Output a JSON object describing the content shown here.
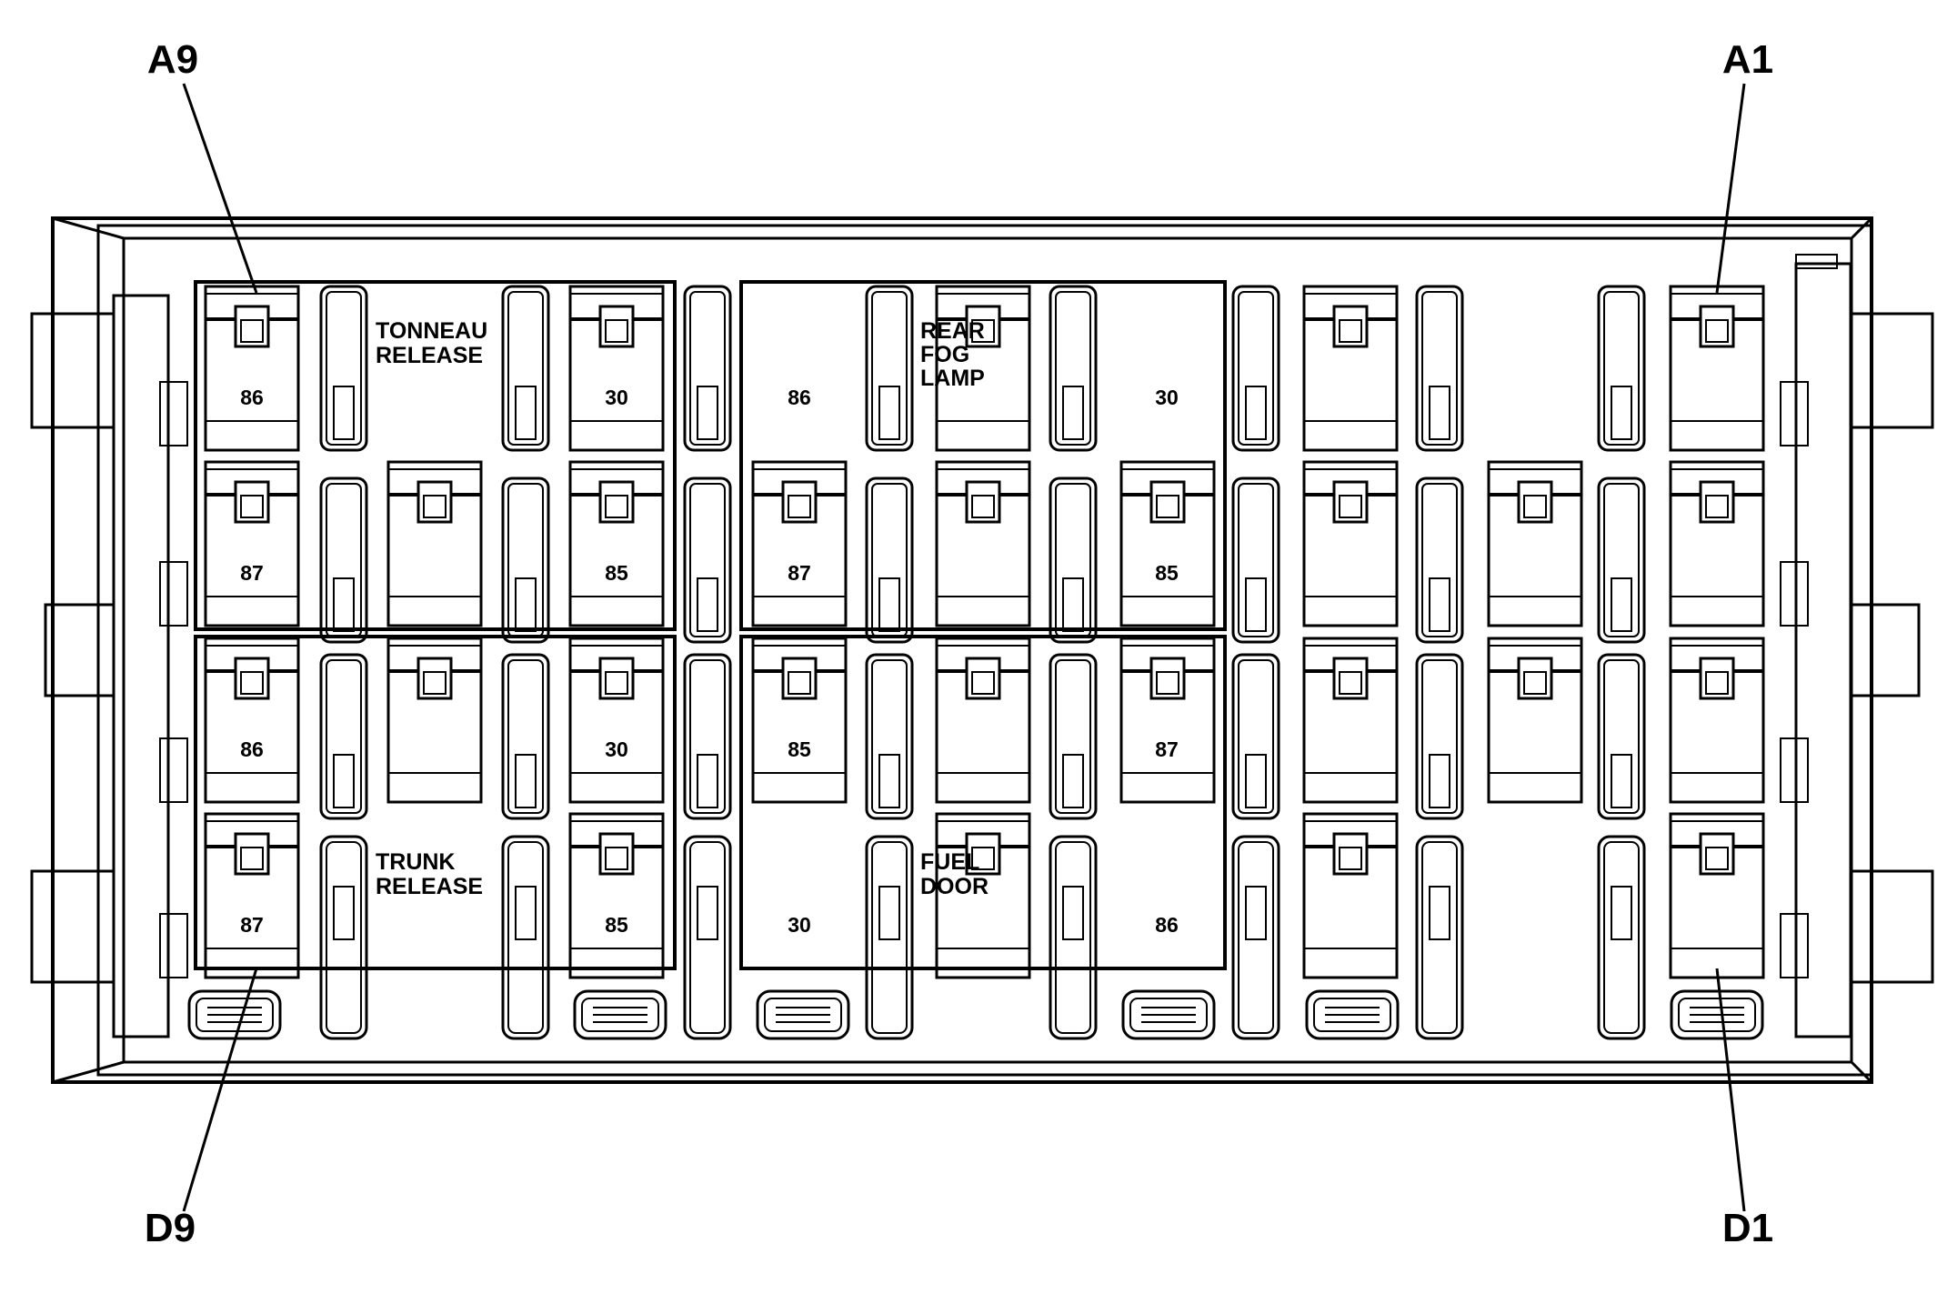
{
  "corner_labels": {
    "a9": "A9",
    "a1": "A1",
    "d9": "D9",
    "d1": "D1"
  },
  "relays": {
    "tonneau": [
      "TONNEAU",
      "RELEASE"
    ],
    "rear_fog": [
      "REAR",
      "FOG",
      "LAMP"
    ],
    "trunk": [
      "TRUNK",
      "RELEASE"
    ],
    "fuel_door": [
      "FUEL",
      "DOOR"
    ]
  },
  "pins": {
    "tonneau": [
      "86",
      "30",
      "87",
      "85"
    ],
    "rear_fog": [
      "86",
      "30",
      "87",
      "85"
    ],
    "trunk": [
      "86",
      "30",
      "87",
      "85"
    ],
    "fuel_door": [
      "85",
      "87",
      "30",
      "86"
    ]
  }
}
